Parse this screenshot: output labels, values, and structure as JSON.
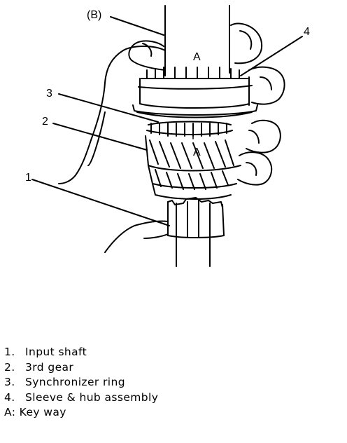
{
  "figure": {
    "callouts": {
      "b": "(B)",
      "n1": "1",
      "n2": "2",
      "n3": "3",
      "n4": "4",
      "keyway_upper": "A",
      "keyway_lower": "A"
    }
  },
  "legend": {
    "items": [
      {
        "num": "1.",
        "text": "Input shaft"
      },
      {
        "num": "2.",
        "text": "3rd gear"
      },
      {
        "num": "3.",
        "text": "Synchronizer ring"
      },
      {
        "num": "4.",
        "text": "Sleeve & hub assembly"
      }
    ],
    "key": "A: Key way"
  }
}
